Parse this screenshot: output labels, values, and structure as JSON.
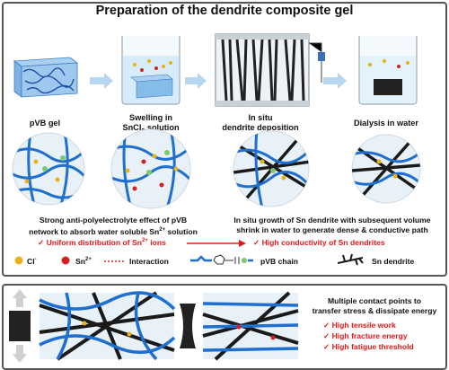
{
  "title": "Preparation of the dendrite composite gel",
  "stages": [
    {
      "label": "pVB gel"
    },
    {
      "label_line1": "Swelling in",
      "label_line2_prefix": "SnCl",
      "label_line2_sub": "2",
      "label_line2_suffix": " solution"
    },
    {
      "label_line1": "In situ",
      "label_line2": "dendrite deposition"
    },
    {
      "label": "Dialysis in water"
    }
  ],
  "descriptions": {
    "left_line1": "Strong anti-polyelectrolyte effect of pVB",
    "left_line2_prefix": "network to absorb water soluble Sn",
    "left_line2_sup": "2+",
    "left_line2_suffix": " solution",
    "right_line1": "In situ growth of Sn dendrite with subsequent volume",
    "right_line2": "shrink in water to generate dense & conductive path"
  },
  "checks": {
    "left_prefix": "✓ Uniform distribution of Sn",
    "left_sup": "2+",
    "left_suffix": " ions",
    "right": "✓ High conductivity of Sn dendrites"
  },
  "legend": {
    "cl_base": "Cl",
    "cl_sup": "-",
    "sn_base": "Sn",
    "sn_sup": "2+",
    "interaction": "Interaction",
    "pvb": "pVB chain",
    "dendrite": "Sn dendrite"
  },
  "bottom": {
    "line1": "Multiple contact points to",
    "line2": "transfer stress & dissipate energy",
    "checks": [
      "✓ High tensile work",
      "✓ High fracture energy",
      "✓ High fatigue threshold"
    ]
  },
  "colors": {
    "chain_blue": "#1e6fd0",
    "cl_yellow": "#e8b21c",
    "sn_red": "#d42020",
    "check_red": "#e01818",
    "dendrite_black": "#1a1a1a"
  }
}
